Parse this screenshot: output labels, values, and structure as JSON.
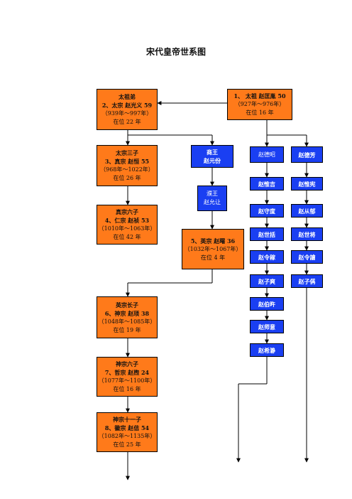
{
  "title": "宋代皇帝世系图",
  "emperors": [
    {
      "relation": "太祖弟",
      "name": "2、太宗  赵光义 59",
      "years": "（939年～997年）",
      "reign": "在位 22 年"
    },
    {
      "relation": "1、 太祖  赵匡胤 50",
      "years": "（927年～976年）",
      "reign": "在位 16 年"
    },
    {
      "relation": "太宗三子",
      "name": "3、真宗  赵恒 55",
      "years": "（968年～1022年）",
      "reign": "在位 26 年"
    },
    {
      "relation": "真宗六子",
      "name": "4、仁宗  赵祯 53",
      "years": "（1010年～1063年）",
      "reign": "在位 42 年"
    },
    {
      "name": "5、英宗  赵曙 36",
      "years": "（1032年～1067年）",
      "reign": "在位 4 年"
    },
    {
      "relation": "英宗长子",
      "name": "6、神宗  赵顼 38",
      "years": "（1048年～1085年）",
      "reign": "在位 19 年"
    },
    {
      "relation": "神宗六子",
      "name": "7、哲宗  赵煦 24",
      "years": "（1077年～1100年）",
      "reign": "在位 16 年"
    },
    {
      "relation": "神宗十一子",
      "name": "8、徽宗  赵佶 54",
      "years": "（1082年～1135年）",
      "reign": "在位 25 年"
    }
  ],
  "shang_wang": {
    "line1": "商王",
    "line2": "赵元份"
  },
  "pu_wang": {
    "line1": "濮王",
    "line2": "赵允让"
  },
  "col_a": [
    "赵德昭",
    "赵惟吉",
    "赵守度",
    "赵世括",
    "赵令稼",
    "赵子爽",
    "赵伯旿",
    "赵师意",
    "赵希瀞"
  ],
  "col_b": [
    "赵德芳",
    "赵惟宪",
    "赵从郁",
    "赵世将",
    "赵令譮",
    "赵子偁"
  ]
}
